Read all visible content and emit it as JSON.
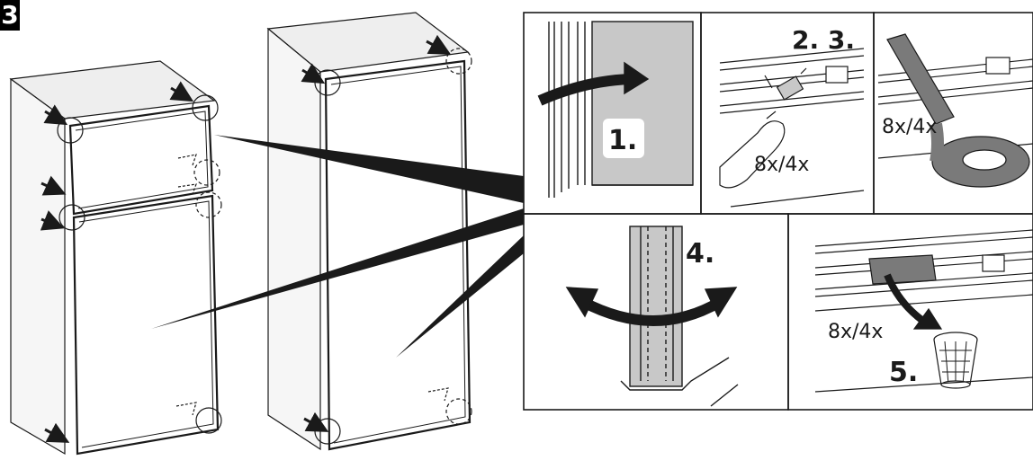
{
  "figure": {
    "label": "3"
  },
  "steps": [
    {
      "id": "step-1",
      "label": "1."
    },
    {
      "id": "step-2-3",
      "label": "2. 3."
    },
    {
      "id": "step-4",
      "label": "4."
    },
    {
      "id": "step-5",
      "label": "5."
    }
  ],
  "quantities": {
    "panel2": "8x/4x",
    "panel3": "8x/4x",
    "panel5": "8x/4x"
  },
  "colors": {
    "line": "#1a1a1a",
    "gray_fill": "#c8c8c8",
    "tape": "#7a7a7a",
    "cabinet_top": "#eeeeee",
    "cabinet_side": "#f6f6f6"
  }
}
